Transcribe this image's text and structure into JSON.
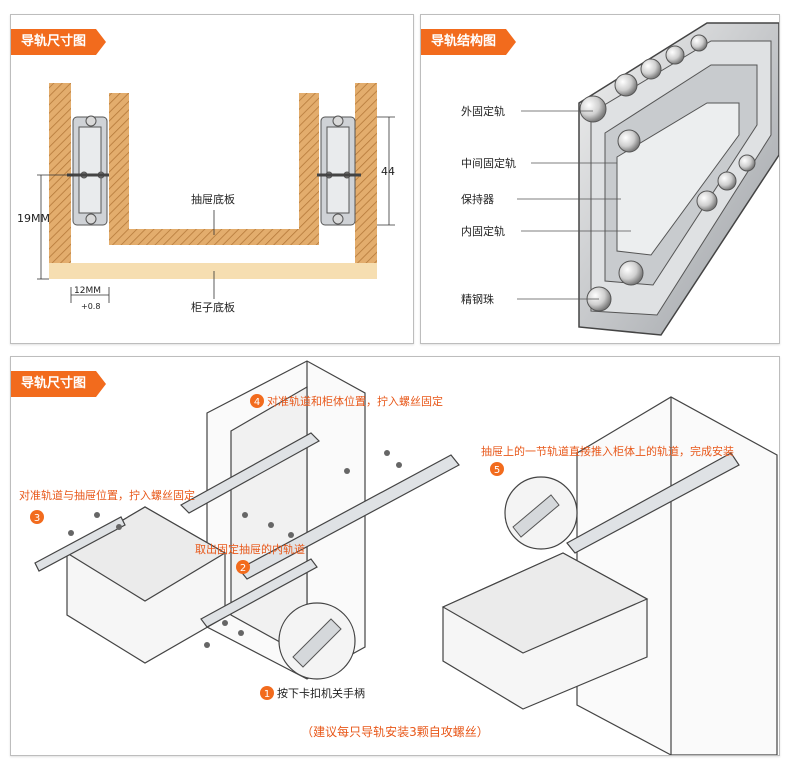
{
  "panels": {
    "size": {
      "title": "导轨尺寸图",
      "drawer_bottom": "抽屉底板",
      "cabinet_bottom": "柜子底板",
      "dim_19": "19MM",
      "dim_12": "12MM",
      "dim_08": "+0.8",
      "dim_44": "44"
    },
    "structure": {
      "title": "导轨结构图",
      "parts": [
        "外固定轨",
        "中间固定轨",
        "保持器",
        "内固定轨",
        "精钢珠"
      ]
    },
    "install": {
      "title": "导轨尺寸图",
      "steps": [
        {
          "num": "1",
          "text": "按下卡扣机关手柄"
        },
        {
          "num": "2",
          "text": "取出固定抽屉的内轨道"
        },
        {
          "num": "3",
          "text": "对准轨道与抽屉位置，拧入螺丝固定"
        },
        {
          "num": "4",
          "text": "对准轨道和柜体位置，拧入螺丝固定"
        },
        {
          "num": "5",
          "text": "抽屉上的一节轨道直接推入柜体上的轨道，完成安装"
        }
      ],
      "note": "（建议每只导轨安装3颗自攻螺丝）"
    }
  },
  "colors": {
    "accent": "#f26b1d",
    "wood": "#e3ad6d",
    "hatch": "#b5793a",
    "base": "#f6deb1",
    "rail": "#cfd2d6"
  }
}
